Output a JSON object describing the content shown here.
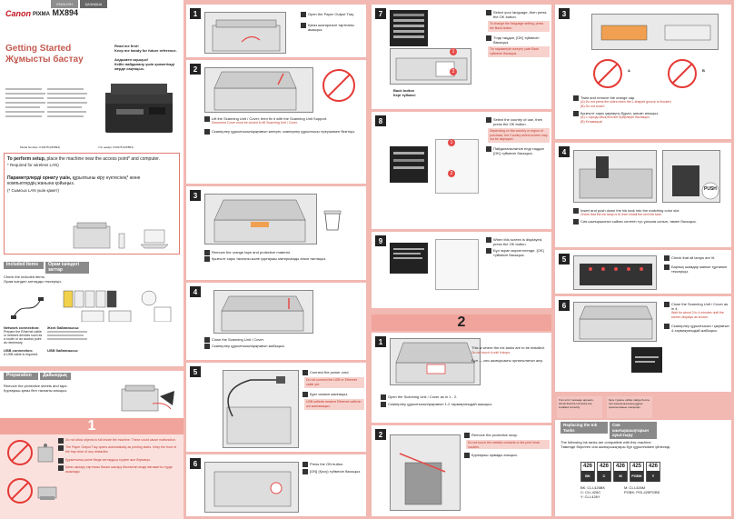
{
  "header": {
    "brand": "Canon",
    "model_pre": "PIXMA",
    "model": "MX894",
    "lang_en": "ENGLISH",
    "lang_kk": "ҚАЗАҚША",
    "title_en": "Getting Started",
    "title_kk": "Жұмысты бастау",
    "read_first_en1": "Read me first!",
    "read_first_en2": "Keep me handy for future reference.",
    "read_first_kk1": "Алдымен оқыңыз!",
    "read_first_kk2": "Кейін пайдалану үшін қолжетімді жерде сақтаңыз.",
    "model_number": "Model Number: K10378 (MX894)",
    "kk_model_number": "Үлгі нөмірі: K10378 (MX894)"
  },
  "setup": {
    "line1_bold": "To perform setup,",
    "line1_rest": " place the machine near the access point* and computer.",
    "line2": "* Required for wireless LAN)",
    "kk_bold": "Параметрлерді орнату үшін,",
    "kk_rest": " құрылғыны кіру нүктесінің* және компьютердің жанына қойыңыз.",
    "kk_note": "(* Сымсыз LAN үшін қажет)"
  },
  "included": {
    "header_en": "Included Items",
    "header_kk": "Орам ішіндегі заттар",
    "line_en": "Check the included items.",
    "line_kk": "Орам ішіндегі заттарды тексеріңіз.",
    "net_title": "Network connection:",
    "net_text": "Prepare the Ethernet cable or network devices such as a router or an access point as necessary.",
    "usb_title": "USB connection:",
    "usb_text": "A USB cable is required.",
    "kk_net_title": "Желі байланысы:",
    "kk_usb_title": "USB байланысы:"
  },
  "preparation": {
    "header_en": "Preparation",
    "header_kk": "Дайындық",
    "line_en": "Remove the protective sheets and tape.",
    "line_kk": "Қорғауыш қағаз бен таспаны алыңыз."
  },
  "section1": {
    "number": "1",
    "warn1": "Do not allow objects to fall inside the machine. These could cause malfunction.",
    "warn2": "The Paper Output Tray opens automatically as printing starts. Keep the front of the tray clear of any obstacles.",
    "warn_kk1": "Құрылғының ішіне бөгде заттардың түсуіне жол бермеңіз.",
    "warn_kk2": "Қағаз шығару тартпасы басып шығару басталған кезде автоматты түрде ашылады."
  },
  "steps_col2": {
    "s1_n": "1",
    "s1a": "Open the Paper Output Tray.",
    "s1b": "Қағаз шығаратын тартпаны ашыңыз.",
    "s2_n": "2",
    "s2a": "Lift the Scanning Unit / Cover, then fix it with the Scanning Unit Support.",
    "s2a_note": "Document Cover must be closed to lift Scanning Unit / Cover.",
    "s2b": "Сканерлеу құрылғысын/қақпағын көтеріп, сканерлеу құрылғысы тіреуішімен бекітіңіз.",
    "s3_n": "3",
    "s3a": "Remove the orange tape and protective material.",
    "s3b": "Қызғылт сары таспаны және қорғаушы материалды алып тастаңыз.",
    "s4_n": "4",
    "s4a": "Close the Scanning Unit / Cover.",
    "s4b": "Сканерлеу құрылғысын/қақпағын жабыңыз.",
    "s5_n": "5",
    "s5a": "Connect the power cord.",
    "s5a_note": "Do not connect the USB or Ethernet cable yet.",
    "s5b": "Қуат сымын жалғаңыз.",
    "s5b_note": "USB кабелін немесе Ethernet кабелін әлі жалғамаңыз.",
    "s6_n": "6",
    "s6a": "Press the ON button.",
    "s6b": "[ON] (Қосу) түймесін басыңыз."
  },
  "steps_col3": {
    "s7_n": "7",
    "s7a": "Select your language, then press the OK button.",
    "s7a_note": "To change the language setting, press the Back button.",
    "s7b": "Тілді таңдап, [OK] түймесін басыңыз.",
    "s7b_note": "Тіл параметрін өзгерту үшін Back түймесін басыңыз.",
    "back_en": "Back button",
    "back_kk": "Кері түймесі",
    "s8_n": "8",
    "s8a": "Select the country of use, then press the OK button.",
    "s8a_note": "Depending on the country or region of purchase, the Country select screen may not be displayed.",
    "s8b": "Пайдаланылатын елді таңдап [OK] түймесін басыңыз.",
    "s9_n": "9",
    "s9a": "When this screen is displayed, press the OK button.",
    "s9b": "Бұл экран көрсетілгенде, [OK] түймесін басыңыз.",
    "sec2_number": "2",
    "s21_n": "1",
    "s21a": "Open the Scanning Unit / Cover as in 1 - 2.",
    "s21b": "Сканерлеу құрылғысын/қақпағын 1-2 тармақтағыдай ашыңыз.",
    "s21_note_en": "This is where the ink tanks are to be installed.",
    "s21_note_en2": "Do not touch it until it stops.",
    "s21_note_kk": "Бұл — сия шығыршығы орнатылатын жер.",
    "s22_n": "2",
    "s22a": "Remove the protective wrap.",
    "s22b": "Қорғауыш орамды алыңыз.",
    "s22_note": "Do not touch the metallic contacts or the print head nozzles."
  },
  "steps_col4": {
    "s3_n": "3",
    "s3a": "Twist and remove the orange cap.",
    "s3a_n1": "(A) Do not press the sides when the L-shaped groove is blocked.",
    "s3a_n2": "(B) Do not touch!",
    "s3b": "Қызғылт сары қақпақты бұрап, шешіп алыңыз.",
    "s3b_n1": "(A) L-тәрізді ойық бітелсе бүйірлерін баспаңыз.",
    "s3b_n2": "(B) Ұстамаңыз!",
    "label_a": "A",
    "label_b": "B",
    "s4_n": "4",
    "s4a": "Insert and push down the ink tank into the matching color slot.",
    "s4a_note": "Check that the ink lamp is lit, then install the next ink tank.",
    "s4b": "Сия шығыршығын сәйкес келетін түс ұясына салып, төмен басыңыз.",
    "push": "PUSH",
    "s5_n": "5",
    "s5a": "Check that all lamps are lit.",
    "s5b": "Барлық шамдар жанып тұрғанын тексеріңіз.",
    "s6_n": "6",
    "s6a": "Close the Scanning Unit / Cover as in 4.",
    "s6a_note": "Wait for about 3 to 4 minutes until the screen displays as shown.",
    "s6b": "Сканерлеу құрылғысын / қақпағын 4-тармақтағыдай жабыңыз.",
    "err_note_en": "If an error message appears, check that the ink tanks are installed correctly.",
    "err_note_kk": "Қате туралы хабар пайда болса, сия шығыршығының дұрыс орнатылғанын тексеріңіз."
  },
  "replacing": {
    "header_en": "Replacing the Ink Tanks",
    "header_kk": "Сия шығыршықтарын ауыстыру",
    "line_en": "The following ink tanks are compatible with this machine.",
    "line_kk": "Төменде берілген сия шығыршықтары бұл құрылғымен үйлеседі.",
    "inks": [
      {
        "top": "426",
        "bot": "BK"
      },
      {
        "top": "426",
        "bot": "C"
      },
      {
        "top": "426",
        "bot": "M"
      },
      {
        "top": "425",
        "bot": "PGBK"
      },
      {
        "top": "426",
        "bot": "Y"
      }
    ],
    "names": [
      "BK: CLI-426BK",
      "C: CLI-426C",
      "M: CLI-426M",
      "Y: CLI-426Y",
      "PGBK: PGI-425PGBK"
    ]
  }
}
